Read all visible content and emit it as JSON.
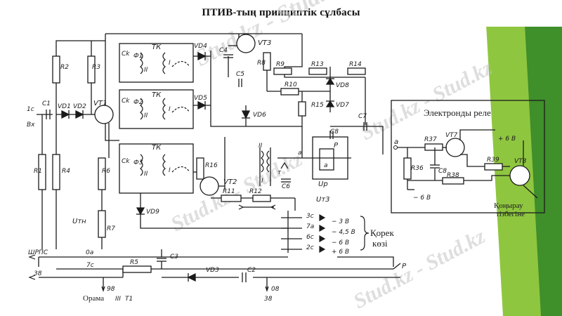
{
  "slide": {
    "title": "ПТИВ-тың принциптік сұлбасы",
    "watermark": "Stud.kz - Stud.kz",
    "accent_green_dark": "#3f8f2b",
    "accent_green_light": "#8fc640"
  },
  "main_circuit": {
    "transformer_label": "ТК",
    "filters": [
      "Ф1",
      "Ф2",
      "Ф3"
    ],
    "capacitor_ck": "Сk",
    "winding_labels": [
      "II",
      "I"
    ],
    "transistors": [
      "VT1",
      "VT2",
      "VT3"
    ],
    "diodes": [
      "VD1",
      "VD2",
      "VD3",
      "VD4",
      "VD5",
      "VD6",
      "VD7",
      "VD8",
      "VD9"
    ],
    "resistors": [
      "R1",
      "R2",
      "R3",
      "R4",
      "R5",
      "R6",
      "R7",
      "R8",
      "R9",
      "R10",
      "R11",
      "R12",
      "R13",
      "R14",
      "R15",
      "R16"
    ],
    "capacitors": [
      "C1",
      "C2",
      "C3",
      "C4",
      "C5",
      "C6",
      "C7",
      "C8"
    ],
    "relay": "P",
    "relay_cap": "а",
    "node_a": "а",
    "node_t": "т",
    "up_label": "Uр",
    "ut3_label": "Uт3",
    "uth_label": "Uтн",
    "input_top": "1с",
    "input_bottom": "Вх",
    "shrps": "ШРПС",
    "oa": "0а",
    "node_7c": "7с",
    "node_38_left": "38",
    "node_98": "98",
    "node_08": "08",
    "node_38_bottom": "38",
    "orama": "Орама",
    "orama_roman": "III",
    "orama_t1": "Т1",
    "relay_contact": "Р"
  },
  "power_supply": {
    "terminals": [
      "3с",
      "7а",
      "6с",
      "2с"
    ],
    "voltages": [
      "− 3 В",
      "− 4,5 В",
      "− 6 В",
      "+ 6 В"
    ],
    "label_line1": "Қорек",
    "label_line2": "көзі"
  },
  "electronic_relay": {
    "title": "Электронды реле",
    "node_a": "а",
    "transistors": [
      "VT7",
      "VT8"
    ],
    "resistors": [
      "R36",
      "R37",
      "R38",
      "R39"
    ],
    "capacitor": "C8",
    "minus6": "− 6 В",
    "plus6": "+ 6 В",
    "output_line1": "Қоңырау",
    "output_line2": "тізбегіне"
  }
}
